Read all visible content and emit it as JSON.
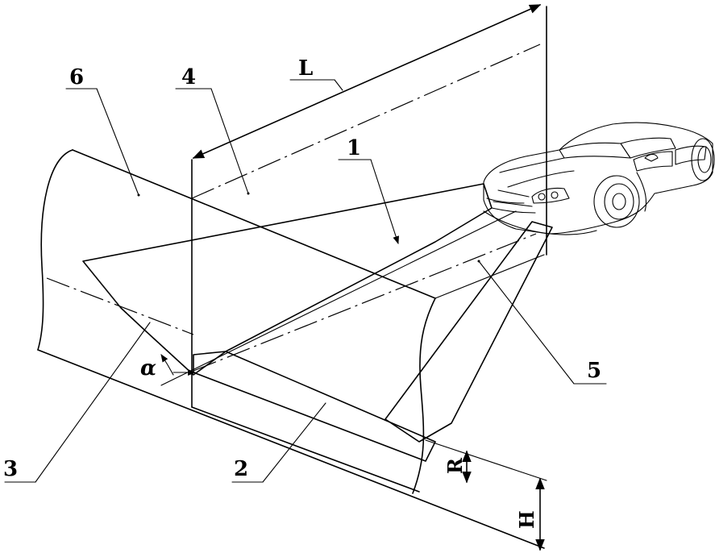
{
  "labels": {
    "l1": "1",
    "l2": "2",
    "l3": "3",
    "l4": "4",
    "l5": "5",
    "l6": "6",
    "L": "L",
    "R": "R",
    "H": "H",
    "alpha": "α"
  },
  "icons": {
    "car": "car-icon"
  }
}
